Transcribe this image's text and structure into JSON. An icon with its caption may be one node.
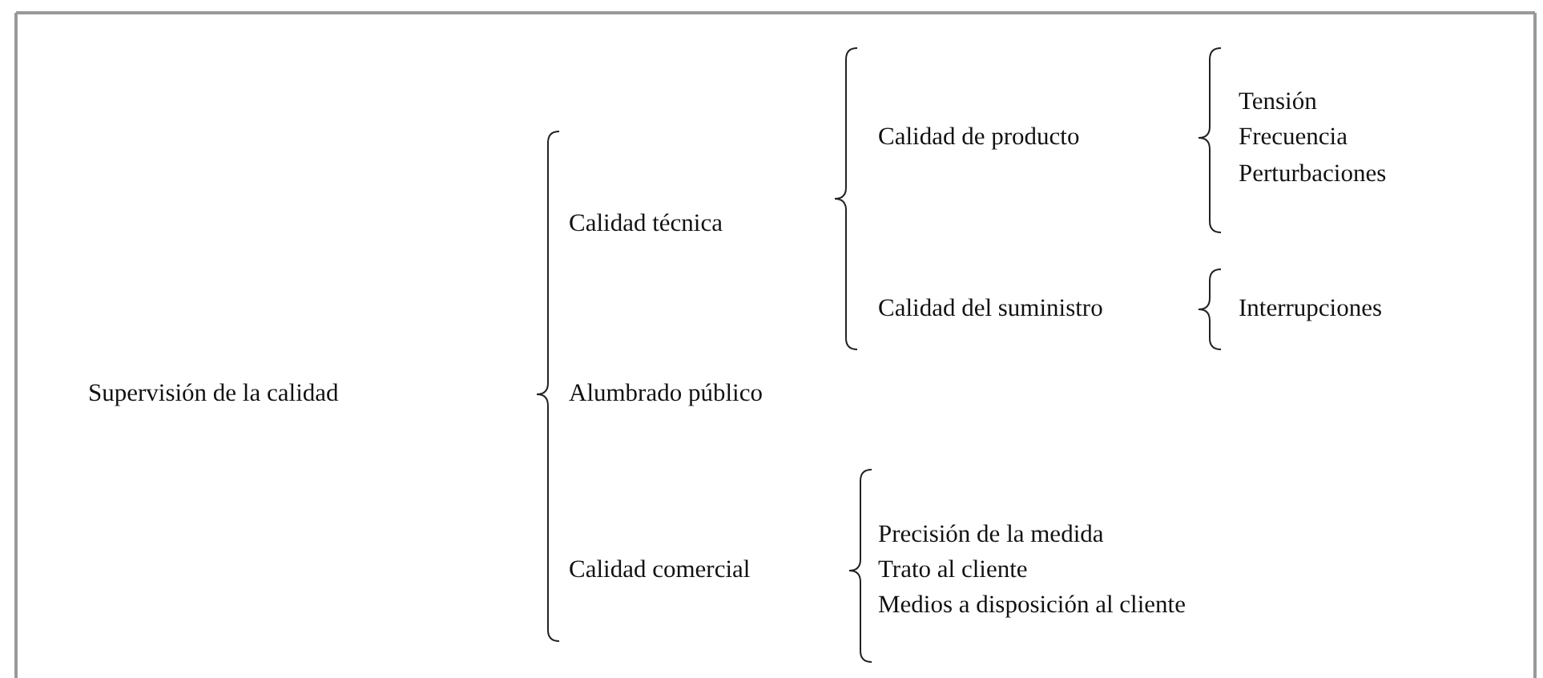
{
  "diagram": {
    "labels": [
      "Supervisión de la calidad",
      "Calidad técnica",
      "Calidad de producto",
      "Tensión",
      "Frecuencia",
      "Perturbaciones",
      "Calidad del suministro",
      "Interrupciones",
      "Alumbrado público",
      "Calidad comercial",
      "Precisión de la medida",
      "Trato al cliente",
      "Medios a disposición al cliente"
    ]
  }
}
